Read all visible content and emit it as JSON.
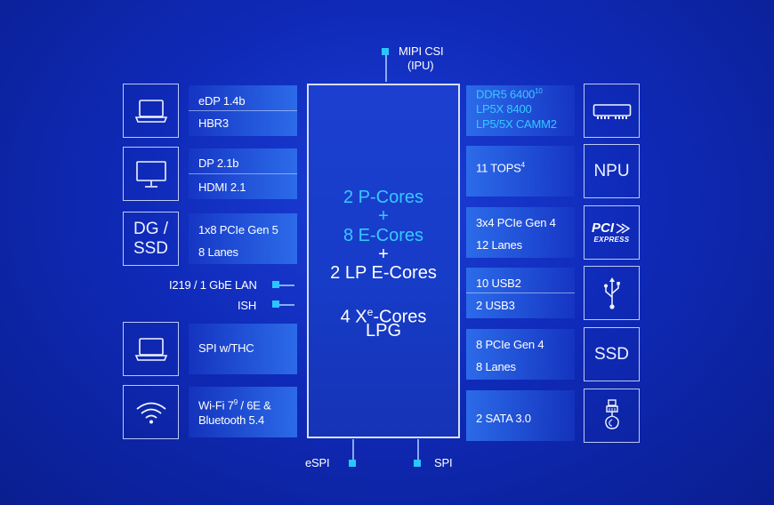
{
  "top": {
    "label_line1": "MIPI CSI",
    "label_line2": "(IPU)"
  },
  "center": {
    "p_cores": "2 P-Cores",
    "plus1": "+",
    "e_cores": "8 E-Cores",
    "plus2": "+",
    "lp_cores": "2 LP E-Cores",
    "xe_prefix": "4 X",
    "xe_sup": "e",
    "xe_suffix": "-Cores",
    "lpg": "LPG"
  },
  "left": {
    "edp": {
      "line1": "eDP 1.4b",
      "line2": "HBR3"
    },
    "dp": {
      "line1": "DP 2.1b",
      "line2": "HDMI 2.1"
    },
    "dg": {
      "icon_line1": "DG /",
      "icon_line2": "SSD",
      "line1": "1x8 PCIe Gen 5",
      "line2": "8 Lanes"
    },
    "lan": "I219 / 1 GbE LAN",
    "ish": "ISH",
    "spi_thc": "SPI w/THC",
    "wifi": {
      "line1_a": "Wi-Fi 7",
      "line1_sup": "9",
      "line1_b": " / 6E &",
      "line2": "Bluetooth 5.4"
    }
  },
  "right": {
    "memory": {
      "line1_a": "DDR5 6400",
      "line1_sup": "10",
      "line2": "LP5X 8400",
      "line3": "LP5/5X CAMM2"
    },
    "npu": {
      "label_a": "11 TOPS",
      "label_sup": "4",
      "icon": "NPU"
    },
    "pcie": {
      "line1": "3x4 PCIe Gen 4",
      "line2": "12 Lanes",
      "icon_line1": "PCI",
      "icon_line2": "EXPRESS"
    },
    "usb": {
      "line1": "10 USB2",
      "line2": "2 USB3"
    },
    "ssd": {
      "line1": "8 PCIe Gen 4",
      "line2": "8 Lanes",
      "icon": "SSD"
    },
    "sata": {
      "label": "2 SATA 3.0"
    }
  },
  "bottom": {
    "espi": "eSPI",
    "spi": "SPI"
  },
  "colors": {
    "accent_cyan": "#38c8ff",
    "background": "#0f2ab8",
    "panel": "#2d6eeb"
  }
}
